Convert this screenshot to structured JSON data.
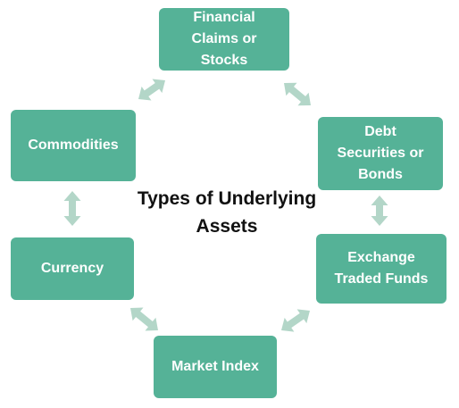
{
  "colors": {
    "node": "#55b297",
    "arrow": "#b3d6c8",
    "title": "#111111"
  },
  "center": {
    "line1": "Types of Underlying",
    "line2": "Assets"
  },
  "nodes": {
    "financial": {
      "line1": "Financial",
      "line2": "Claims or",
      "line3": "Stocks"
    },
    "debt": {
      "line1": "Debt",
      "line2": "Securities or",
      "line3": "Bonds"
    },
    "exchange": {
      "line1": "Exchange",
      "line2": "Traded Funds"
    },
    "market": {
      "line1": "Market Index"
    },
    "currency": {
      "line1": "Currency"
    },
    "commodities": {
      "line1": "Commodities"
    }
  }
}
